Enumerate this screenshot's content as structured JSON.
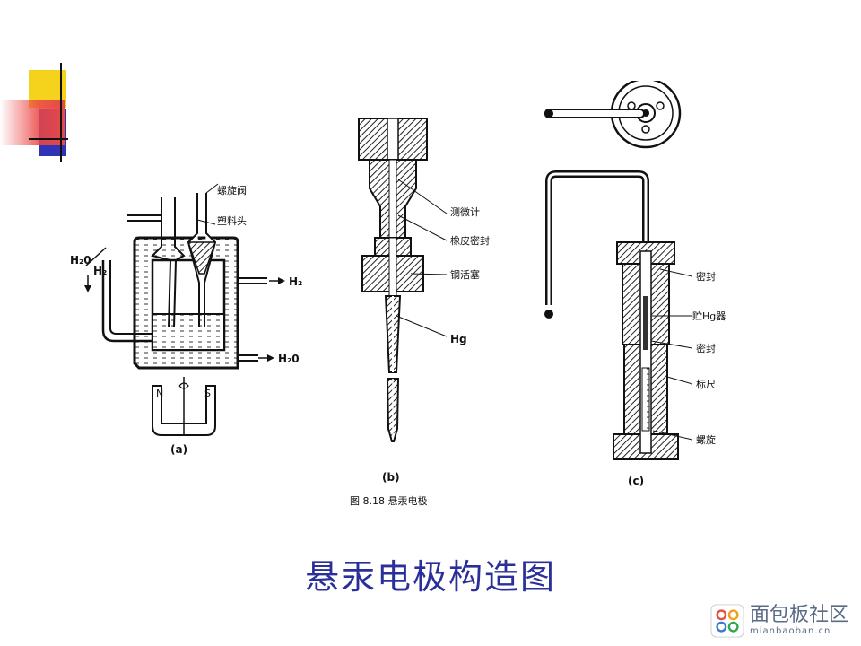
{
  "slide": {
    "title": "悬汞电极构造图"
  },
  "figure": {
    "caption": "图 8.18   悬汞电极",
    "panel_a": {
      "id": "(a)",
      "labels": {
        "screw_valve": "螺旋阀",
        "plastic_head": "塑料头",
        "h2o_in": "H₂0",
        "h2_out": "H₂",
        "h2_in": "H₂",
        "h2o_out": "H₂0",
        "magnet_n": "N",
        "magnet_s": "S"
      }
    },
    "panel_b": {
      "id": "(b)",
      "labels": {
        "micrometer": "测微计",
        "rubber_seal": "橡皮密封",
        "steel_piston": "钢活塞",
        "hg": "Hg"
      }
    },
    "panel_c": {
      "id": "(c)",
      "labels": {
        "seal_top": "密封",
        "hg_reservoir": "贮Hg器",
        "seal_bottom": "密封",
        "scale": "标尺",
        "screw": "螺旋"
      }
    }
  },
  "watermark": {
    "cn": "面包板社区",
    "en": "mianbaoban.cn"
  },
  "colors": {
    "title": "#2b2f9a",
    "deco_yellow": "#f5d21c",
    "deco_blue": "#2f33b6",
    "deco_red": "#e64848"
  }
}
